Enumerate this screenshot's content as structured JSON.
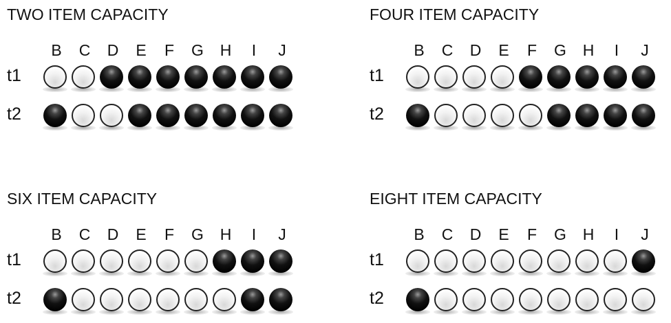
{
  "columns": [
    "B",
    "C",
    "D",
    "E",
    "F",
    "G",
    "H",
    "I",
    "J"
  ],
  "row_labels": [
    "t1",
    "t2"
  ],
  "panels": [
    {
      "title": "TWO ITEM CAPACITY",
      "rows": [
        [
          "W",
          "W",
          "B",
          "B",
          "B",
          "B",
          "B",
          "B",
          "B"
        ],
        [
          "B",
          "W",
          "W",
          "B",
          "B",
          "B",
          "B",
          "B",
          "B"
        ]
      ]
    },
    {
      "title": "FOUR ITEM CAPACITY",
      "rows": [
        [
          "W",
          "W",
          "W",
          "W",
          "B",
          "B",
          "B",
          "B",
          "B"
        ],
        [
          "B",
          "W",
          "W",
          "W",
          "W",
          "B",
          "B",
          "B",
          "B"
        ]
      ]
    },
    {
      "title": "SIX ITEM CAPACITY",
      "rows": [
        [
          "W",
          "W",
          "W",
          "W",
          "W",
          "W",
          "B",
          "B",
          "B"
        ],
        [
          "B",
          "W",
          "W",
          "W",
          "W",
          "W",
          "W",
          "B",
          "B"
        ]
      ]
    },
    {
      "title": "EIGHT ITEM CAPACITY",
      "rows": [
        [
          "W",
          "W",
          "W",
          "W",
          "W",
          "W",
          "W",
          "W",
          "B"
        ],
        [
          "B",
          "W",
          "W",
          "W",
          "W",
          "W",
          "W",
          "W",
          "W"
        ]
      ]
    }
  ]
}
